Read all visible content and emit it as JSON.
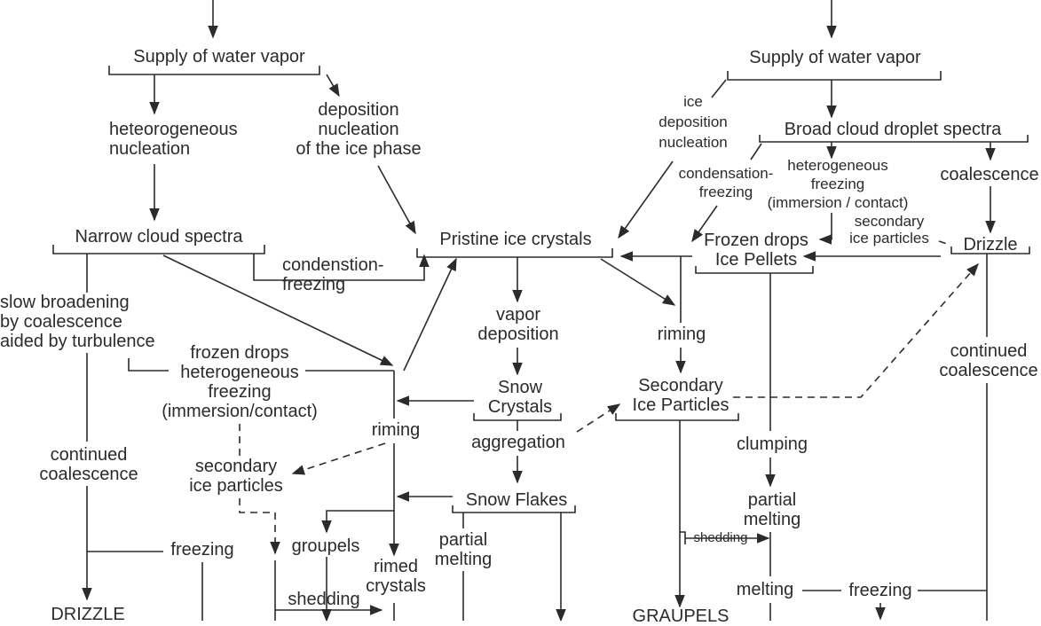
{
  "diagram": {
    "supply_left": "Supply of water vapor",
    "supply_right": "Supply of water vapor",
    "het_nucleation": "heteorogeneous\nnucleation",
    "deposition_nucleation": "deposition\nnucleation\nof the ice phase",
    "ice_deposition_nucleation": "ice\ndeposition\nnucleation",
    "broad_spectra": "Broad cloud droplet spectra",
    "condensation_freezing_right": "condensation-\nfreezing",
    "het_freezing_right": "heterogeneous\nfreezing\n(immersion / contact)",
    "coalescence": "coalescence",
    "narrow_spectra": "Narrow cloud spectra",
    "pristine": "Pristine ice crystals",
    "condension_freezing_left": "condenstion-\nfreezing",
    "frozen_drops_pellets": "Frozen drops\nIce Pellets",
    "secondary_small": "secondary\nice particles",
    "drizzle_right": "Drizzle",
    "slow_broadening": "slow broadening\nby coalescence\naided by turbulence",
    "vapor_deposition": "vapor\ndeposition",
    "riming_right": "riming",
    "continued_coalescence_right": "continued\ncoalescence",
    "frozen_drops_het": "frozen drops\nheterogeneous\nfreezing\n(immersion/contact)",
    "snow_crystals": "Snow\nCrystals",
    "secondary_particles_mid": "Secondary\nIce Particles",
    "riming_mid": "riming",
    "aggregation": "aggregation",
    "clumping": "clumping",
    "continued_coalescence_left": "continued\ncoalescence",
    "secondary_particles_left": "secondary\nice particles",
    "snow_flakes": "Snow Flakes",
    "partial_melting_right": "partial\nmelting",
    "shedding_right": "shedding",
    "groupels": "groupels",
    "partial_melting_mid": "partial\nmelting",
    "freezing_left": "freezing",
    "rimed_crystals": "rimed\ncrystals",
    "shedding_left": "shedding",
    "melting": "melting",
    "freezing_right": "freezing",
    "drizzle_bottom": "DRIZZLE",
    "graupels_bottom": "GRAUPELS"
  }
}
